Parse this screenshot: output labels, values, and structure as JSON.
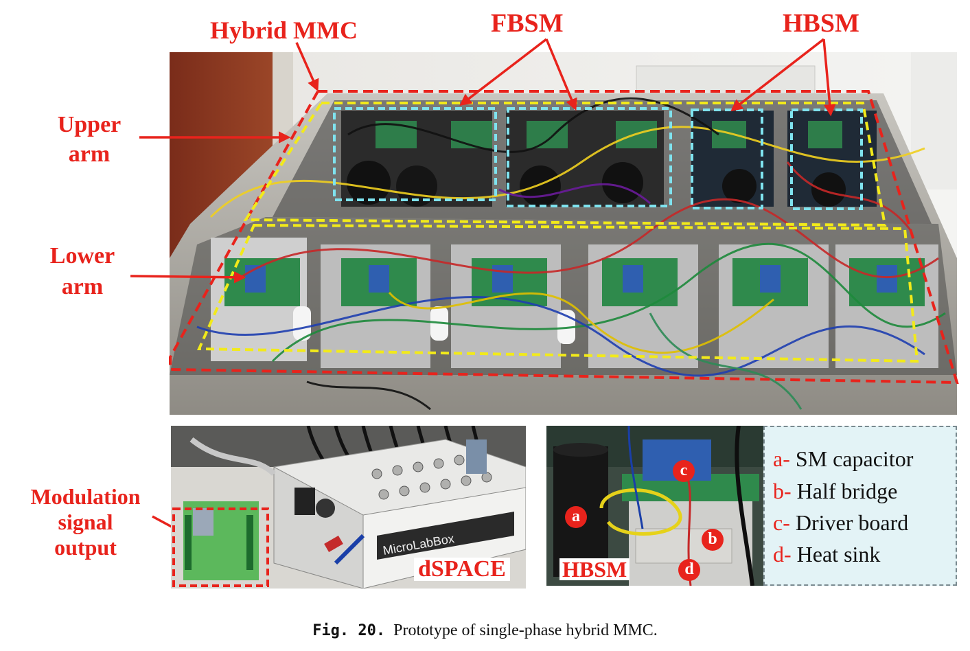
{
  "figure": {
    "caption_number": "Fig. 20.",
    "caption_text": "Prototype of single-phase hybrid MMC."
  },
  "main_photo": {
    "labels": {
      "hybrid_mmc": "Hybrid MMC",
      "fbsm": "FBSM",
      "hbsm": "HBSM",
      "upper_arm_line1": "Upper",
      "upper_arm_line2": "arm",
      "lower_arm_line1": "Lower",
      "lower_arm_line2": "arm"
    }
  },
  "dspace_photo": {
    "labels": {
      "modulation_line1": "Modulation",
      "modulation_line2": "signal",
      "modulation_line3": "output",
      "dspace": "dSPACE",
      "device_text": "MicroLabBox"
    }
  },
  "submodule_photo": {
    "labels": {
      "hbsm": "HBSM",
      "tag_a": "a",
      "tag_b": "b",
      "tag_c": "c",
      "tag_d": "d"
    },
    "legend": [
      {
        "key": "a-",
        "text": "SM capacitor"
      },
      {
        "key": "b-",
        "text": "Half bridge"
      },
      {
        "key": "c-",
        "text": "Driver board"
      },
      {
        "key": "d-",
        "text": "Heat sink"
      }
    ]
  },
  "colors": {
    "label_red": "#e8231c",
    "hybrid_box": "#e8231c",
    "arm_box": "#f2ea1a",
    "sm_box": "#7fe3ef",
    "legend_bg": "#e3f3f6"
  }
}
